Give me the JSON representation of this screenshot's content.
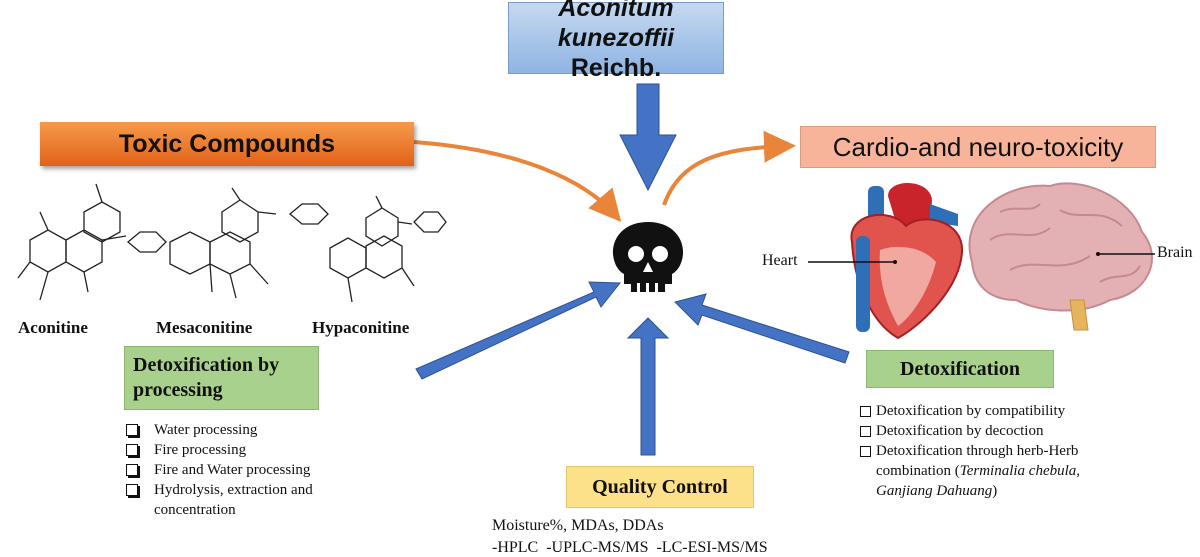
{
  "species": {
    "name": "Aconitum kunezoffii",
    "author": "Reichb."
  },
  "toxic_compounds": "Toxic Compounds",
  "toxicity": "Cardio-and neuro-toxicity",
  "compounds": [
    "Aconitine",
    "Mesaconitine",
    "Hypaconitine"
  ],
  "organs": {
    "heart": "Heart",
    "brain": "Brain"
  },
  "detox_processing": {
    "title": "Detoxification by processing",
    "items": [
      "Water processing",
      "Fire processing",
      "Fire and Water processing",
      "Hydrolysis, extraction and concentration"
    ]
  },
  "detoxification": {
    "title": "Detoxification",
    "items": [
      "Detoxification by compatibility",
      "Detoxification by decoction"
    ],
    "herb_item": {
      "text": "Detoxification through herb-Herb combination (",
      "herbs": "Terminalia chebula, Ganjiang Dahuang",
      "close": ")"
    }
  },
  "quality_control": {
    "title": "Quality Control",
    "line1": "Moisture%, MDAs, DDAs",
    "line2": "-HPLC  -UPLC-MS/MS  -LC-ESI-MS/MS"
  },
  "colors": {
    "arrow_blue": "#4472c4",
    "arrow_orange": "#e8853a",
    "species_box": "#8fb4e3",
    "toxic_box": "#e0621a",
    "toxicity_box": "#f7b49a",
    "detox_box": "#a9d18e",
    "qc_box": "#fde08a"
  },
  "icons": [
    "skull-icon",
    "heart-illustration",
    "brain-illustration",
    "checkbox-icon"
  ]
}
